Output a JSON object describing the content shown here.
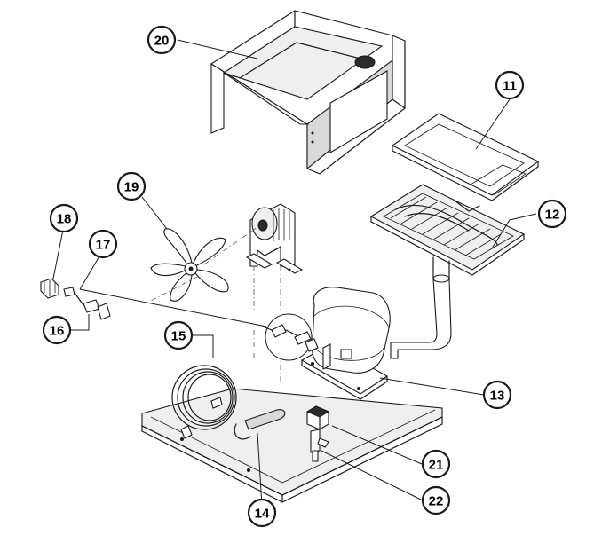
{
  "callouts": {
    "c11": "11",
    "c12": "12",
    "c13": "13",
    "c14": "14",
    "c15": "15",
    "c16": "16",
    "c17": "17",
    "c18": "18",
    "c19": "19",
    "c20": "20",
    "c21": "21",
    "c22": "22"
  }
}
